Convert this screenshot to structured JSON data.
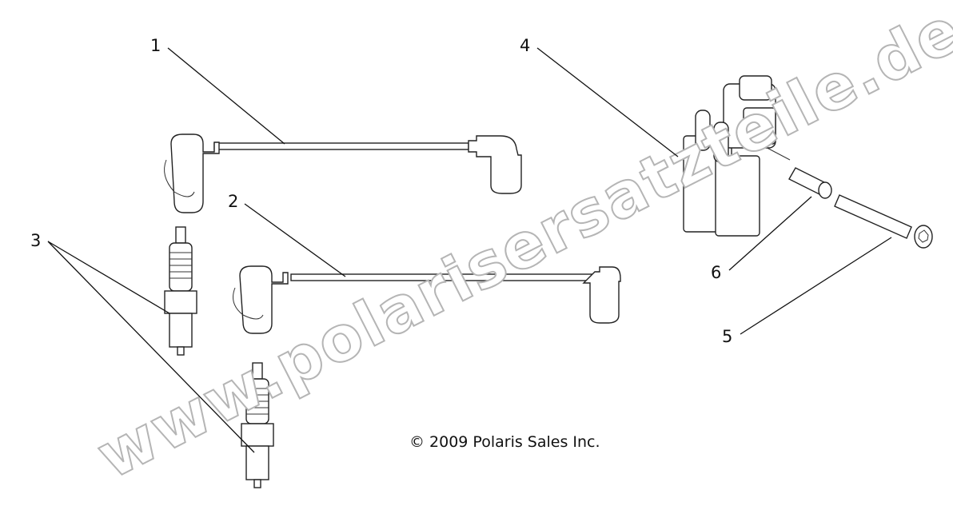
{
  "diagram": {
    "callouts": [
      "1",
      "2",
      "3",
      "4",
      "5",
      "6"
    ],
    "copyright": "© 2009 Polaris Sales Inc.",
    "watermark": "www.polarisersatzteile.de"
  }
}
